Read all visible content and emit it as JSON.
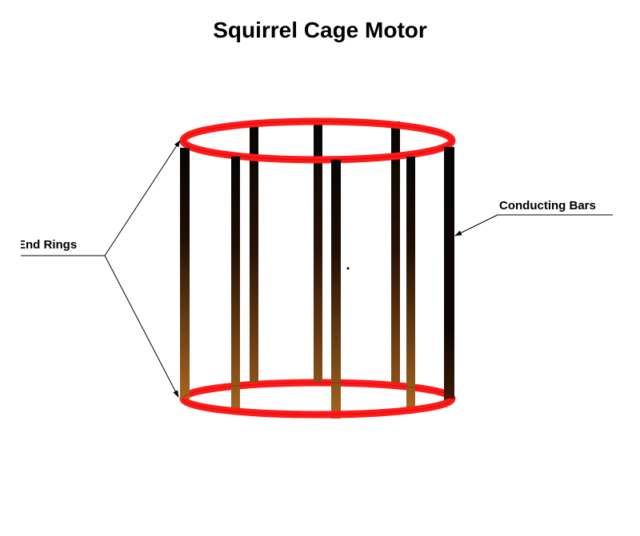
{
  "title": "Squirrel Cage Motor",
  "labels": {
    "end_rings": "End Rings",
    "conducting_bars": "Conducting Bars"
  },
  "colors": {
    "ring": "#ff1a1a",
    "ring_dark": "#c40000",
    "bar_top": "#050505",
    "bar_bottom": "#a0601e",
    "leader_line": "#000000"
  }
}
